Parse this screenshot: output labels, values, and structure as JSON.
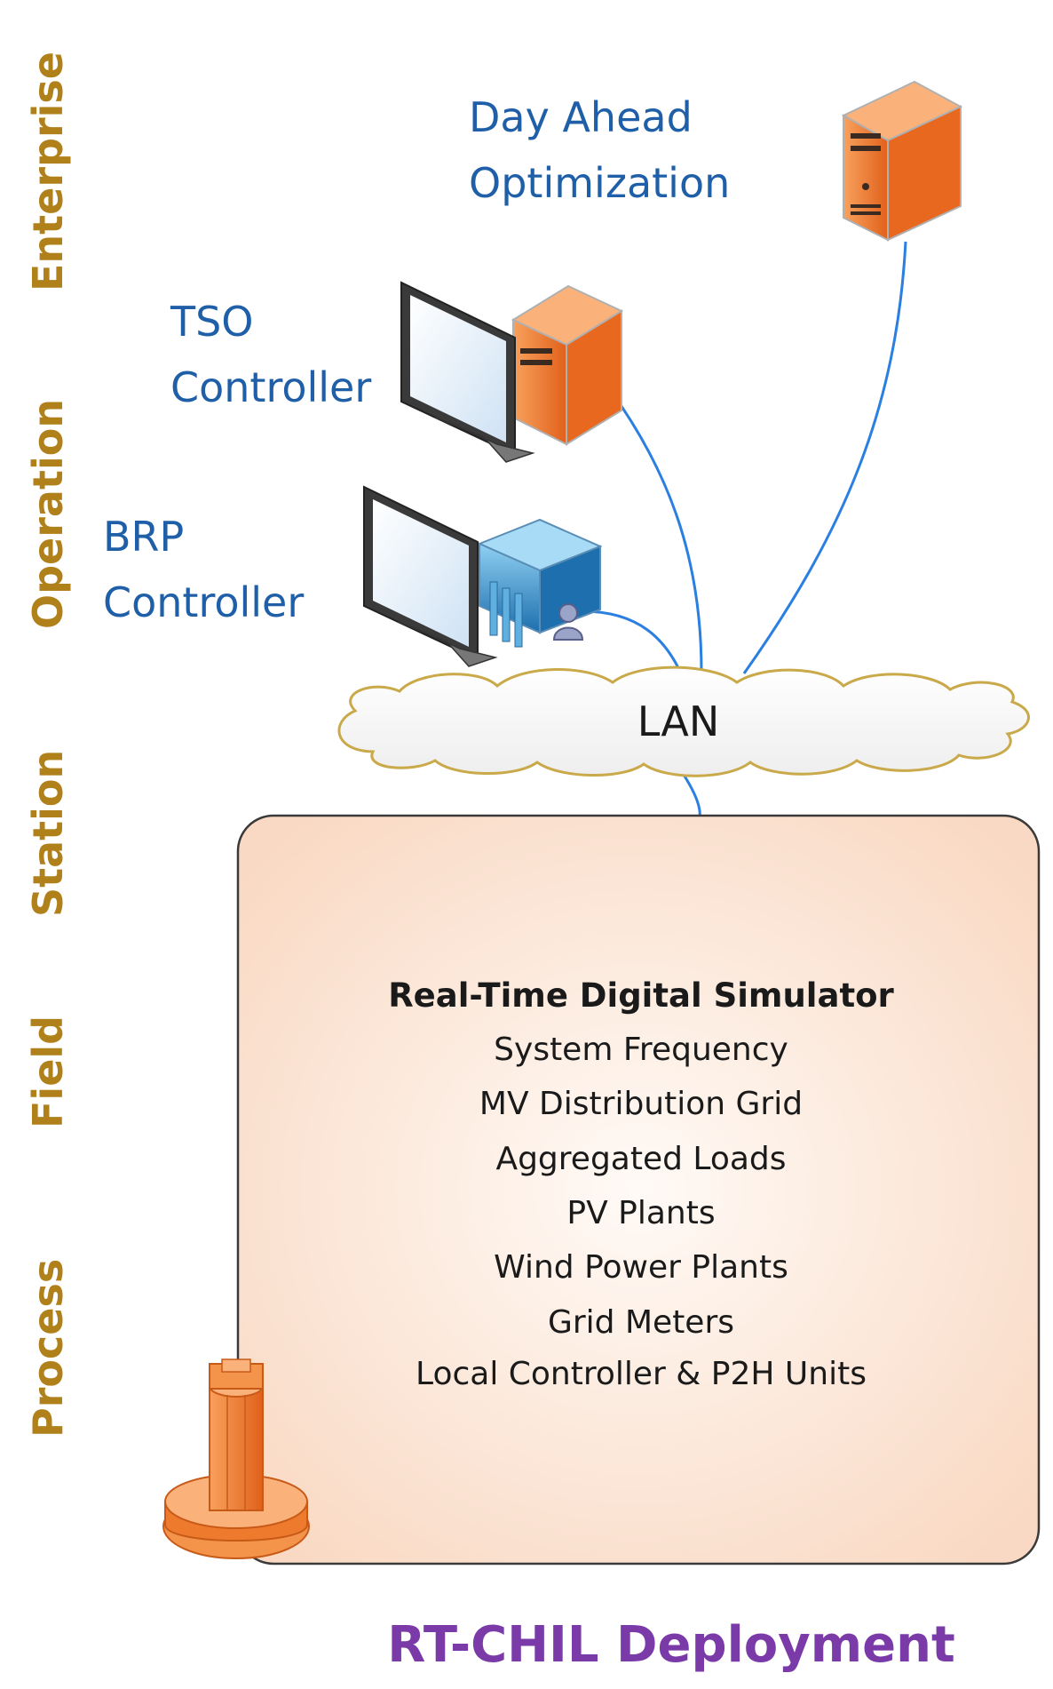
{
  "layers": [
    "Enterprise",
    "Operation",
    "Station",
    "Field",
    "Process"
  ],
  "nodes": {
    "day_ahead": [
      "Day Ahead",
      "Optimization"
    ],
    "tso": [
      "TSO",
      "Controller"
    ],
    "brp": [
      "BRP",
      "Controller"
    ],
    "lan": "LAN"
  },
  "simulator": {
    "title": "Real-Time Digital Simulator",
    "items": [
      "System Frequency",
      "MV Distribution Grid",
      "Aggregated Loads",
      "PV Plants",
      "Wind Power Plants",
      "Grid Meters",
      "Local Controller & P2H Units"
    ]
  },
  "footer": "RT-CHIL Deployment",
  "colors": {
    "layer_label": "#b0801a",
    "node_text": "#1f5fa8",
    "link": "#2a7fe0",
    "orange": "#f07a2e",
    "cloud_stroke": "#c9a94a",
    "footer": "#7a3aa8",
    "sim_panel": "#fbe3d2"
  }
}
